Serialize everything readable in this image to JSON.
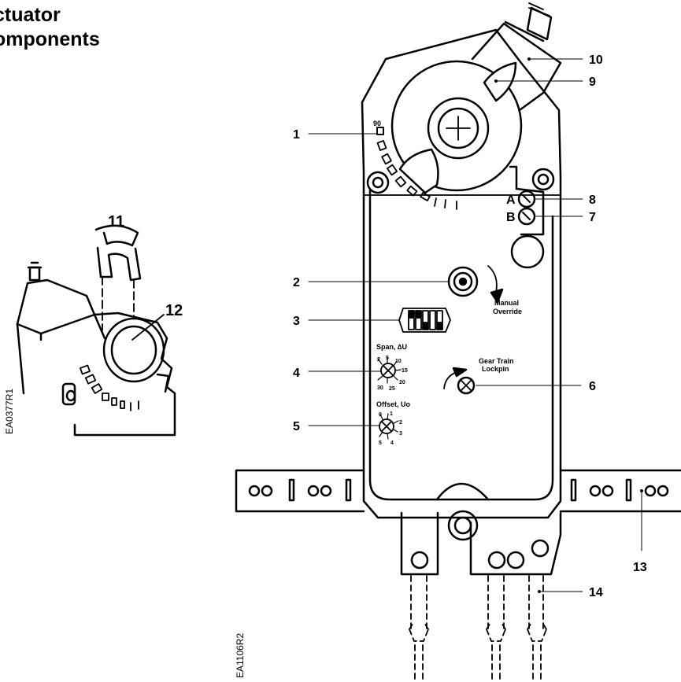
{
  "title": {
    "line1": "ctuator",
    "line2": "omponents"
  },
  "callouts": {
    "c1": "1",
    "c2": "2",
    "c3": "3",
    "c4": "4",
    "c5": "5",
    "c6": "6",
    "c7": "7",
    "c8": "8",
    "c9": "9",
    "c10": "10",
    "c11": "11",
    "c12": "12",
    "c13": "13",
    "c14": "14"
  },
  "labels": {
    "ninety": "90",
    "port_a": "A",
    "port_b": "B",
    "manual_1": "Manual",
    "manual_2": "Override",
    "gear_1": "Gear Train",
    "gear_2": "Lockpin",
    "span": "Span,  ∆U",
    "offset": "Offset, Uo",
    "span_dial": [
      "2",
      "5",
      "10",
      "15",
      "20",
      "25",
      "30"
    ],
    "offset_dial": [
      "0",
      "1",
      "2",
      "3",
      "4",
      "5"
    ]
  },
  "codes": {
    "left": "EA0377R1",
    "main": "EA1106R2"
  }
}
